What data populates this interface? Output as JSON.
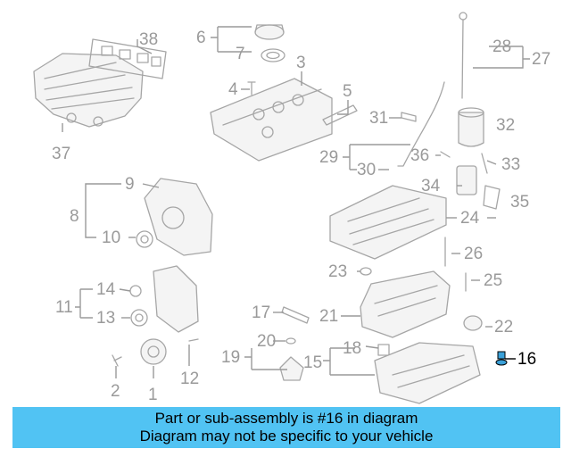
{
  "diagram": {
    "callouts": [
      "1",
      "2",
      "3",
      "4",
      "5",
      "6",
      "7",
      "8",
      "9",
      "10",
      "11",
      "12",
      "13",
      "14",
      "15",
      "16",
      "17",
      "18",
      "19",
      "20",
      "21",
      "22",
      "23",
      "24",
      "25",
      "26",
      "27",
      "28",
      "29",
      "30",
      "31",
      "32",
      "33",
      "34",
      "35",
      "36",
      "37",
      "38"
    ],
    "highlighted_callout": "16",
    "colors": {
      "line": "#9a9a9a",
      "highlight": "#000000",
      "highlight_part": "#3aa0d8"
    }
  },
  "banner": {
    "line1": "Part or sub-assembly is #16 in diagram",
    "line2": "Diagram may not be specific to your vehicle",
    "background": "#51c3f3"
  }
}
